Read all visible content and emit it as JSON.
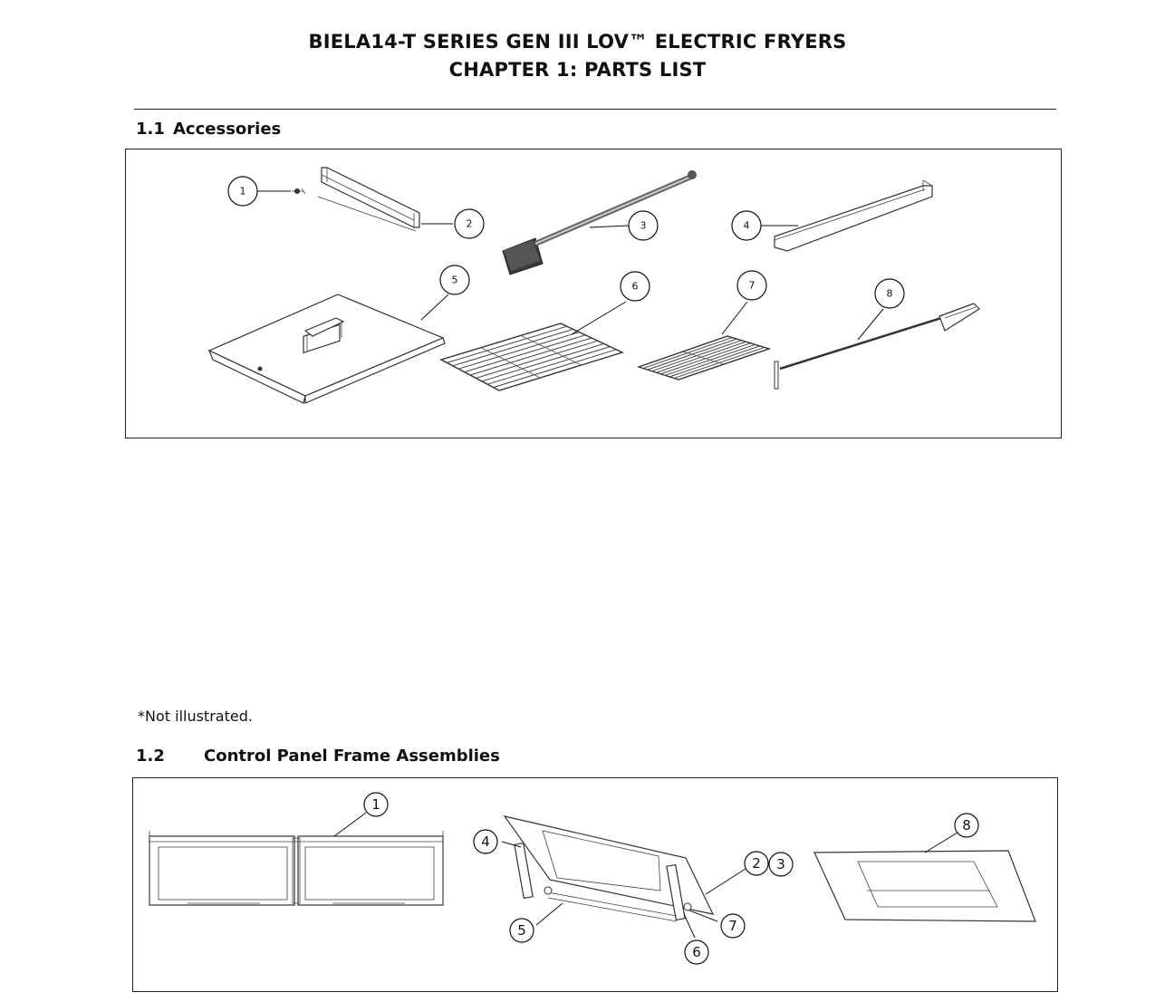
{
  "header": {
    "title_line1": "BIELA14-T SERIES GEN III LOV™ ELECTRIC FRYERS",
    "title_line2": "CHAPTER 1:  PARTS LIST"
  },
  "section1": {
    "number": "1.1",
    "title": "Accessories",
    "callouts": [
      "1",
      "2",
      "3",
      "4",
      "5",
      "6",
      "7",
      "8"
    ]
  },
  "note": "*Not illustrated.",
  "section2": {
    "number": "1.2",
    "title": "Control Panel Frame Assemblies",
    "callouts": [
      "1",
      "4",
      "2",
      "3",
      "5",
      "6",
      "7",
      "8"
    ]
  }
}
